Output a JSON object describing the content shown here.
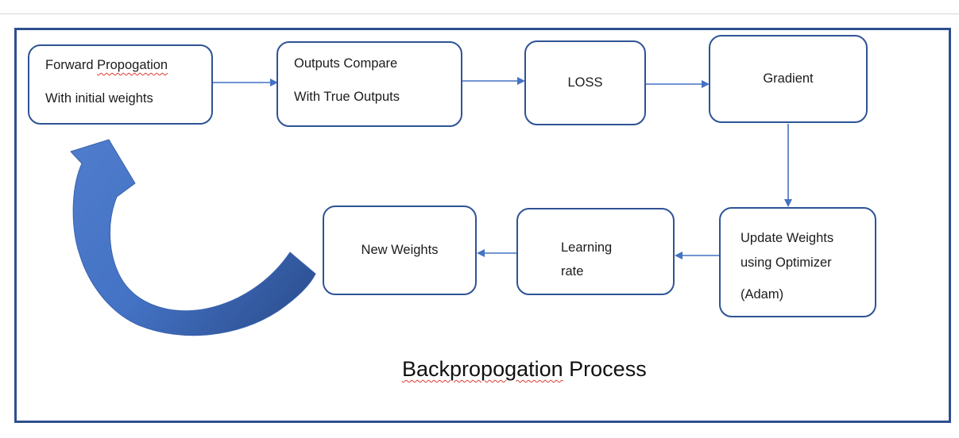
{
  "colors": {
    "frame_border": "#2e4f8f",
    "box_border": "#2e5395",
    "connector": "#4472c4",
    "loop_light": "#4e7bcb",
    "loop_dark": "#2a4c8c",
    "loop_outline": "#3a63ae",
    "spellcheck_squiggle": "#e03a2f",
    "top_divider": "#d6d6d6"
  },
  "diagram": {
    "title": {
      "word_misspelled": "Backpropogation",
      "word_rest": " Process"
    },
    "boxes": {
      "forward": {
        "line1_plain": "Forward ",
        "line1_misspelled": "Propogation",
        "line2": "With initial weights"
      },
      "outputs": {
        "line1": "Outputs Compare",
        "line2": "With True Outputs"
      },
      "loss": {
        "label": "LOSS"
      },
      "gradient": {
        "label": "Gradient"
      },
      "update": {
        "line1": "Update Weights",
        "line2": "using Optimizer",
        "line3": "(Adam)"
      },
      "learning": {
        "line1": "Learning",
        "line2": "rate"
      },
      "new_weights": {
        "label": "New Weights"
      }
    },
    "connectors": [
      {
        "name": "forward-to-outputs",
        "direction": "right"
      },
      {
        "name": "outputs-to-loss",
        "direction": "right"
      },
      {
        "name": "loss-to-gradient",
        "direction": "right"
      },
      {
        "name": "gradient-to-update",
        "direction": "down"
      },
      {
        "name": "update-to-learning",
        "direction": "left"
      },
      {
        "name": "learning-to-new-weights",
        "direction": "left"
      },
      {
        "name": "loop-back-to-forward",
        "direction": "curved-up"
      }
    ]
  }
}
